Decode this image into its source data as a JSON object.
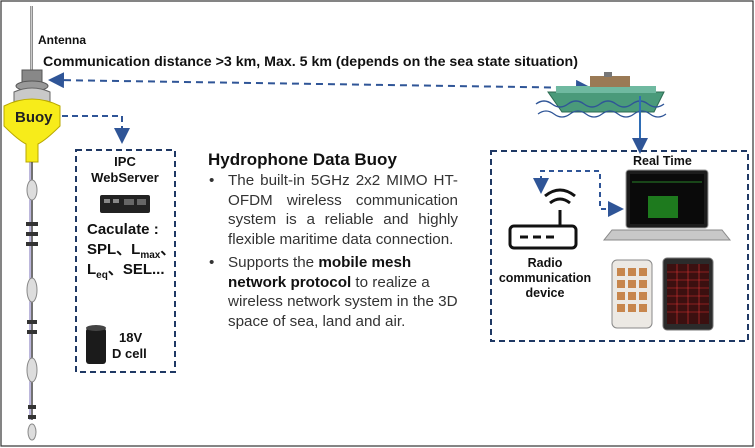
{
  "antenna_label": "Antenna",
  "distance_text": "Communication distance >3 km, Max. 5 km (depends on the sea state situation)",
  "buoy_label": "Buoy",
  "ipc": {
    "title_line1": "IPC",
    "title_line2": "WebServer",
    "calc_line1": "Caculate :",
    "calc_line2_a": "SPL、L",
    "calc_line2_sub": "max",
    "calc_line2_b": "、",
    "calc_line3_a": "L",
    "calc_line3_sub": "eq",
    "calc_line3_b": "、SEL...",
    "battery_line1": "18V",
    "battery_line2": "D cell"
  },
  "description": {
    "title": "Hydrophone Data Buoy",
    "bullet_marker": "•",
    "bullet1": "The built-in 5GHz 2x2 MIMO HT-OFDM wireless communication system is a reliable and highly flexible maritime data connection.",
    "bullet2_pre": "Supports the ",
    "bullet2_bold": "mobile mesh network protocol",
    "bullet2_post": " to realize a wireless network system in the 3D space of sea, land and air."
  },
  "realtime": {
    "title": "Real Time",
    "radio_line1": "Radio",
    "radio_line2": "communication",
    "radio_line3": "device"
  },
  "colors": {
    "buoy_yellow": "#f7ec1a",
    "dashed_blue": "#2f5597",
    "box_border": "#1f3864",
    "ship_green": "#4a9a7a"
  }
}
